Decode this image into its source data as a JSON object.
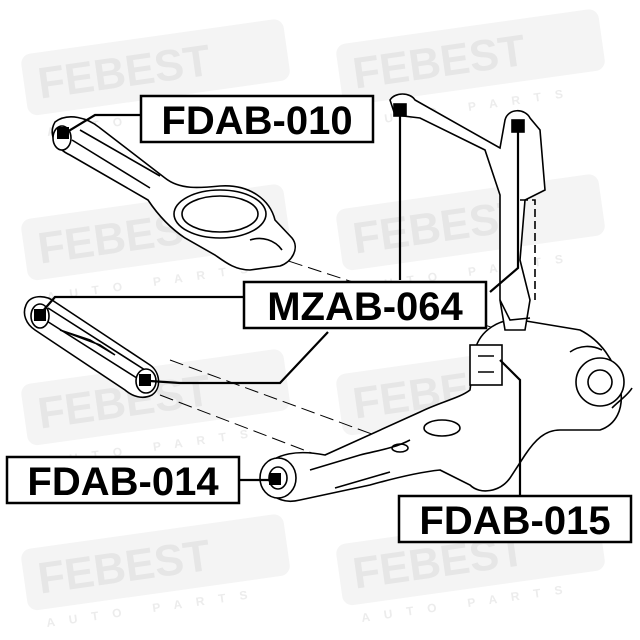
{
  "watermark": {
    "brand": "FEBEST",
    "tagline": "AUTO PARTS"
  },
  "labels": [
    {
      "id": "fdab-010",
      "text": "FDAB-010"
    },
    {
      "id": "mzab-064",
      "text": "MZAB-064"
    },
    {
      "id": "fdab-014",
      "text": "FDAB-014"
    },
    {
      "id": "fdab-015",
      "text": "FDAB-015"
    }
  ],
  "colors": {
    "line": "#000000",
    "watermark_text": "#e9e9e9",
    "watermark_box": "#f3f3f3"
  }
}
